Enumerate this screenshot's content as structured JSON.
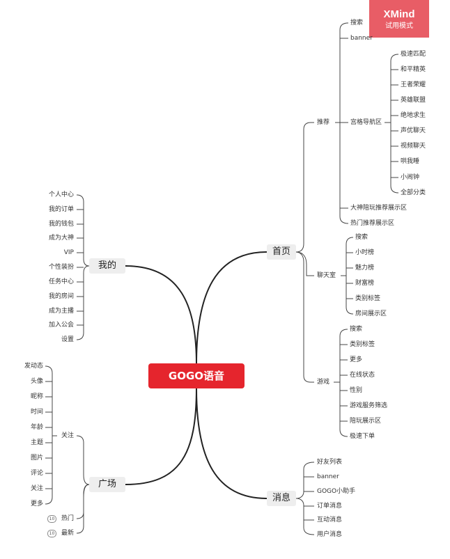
{
  "watermark": {
    "brand": "XMind",
    "subtitle": "试用模式"
  },
  "central": "GOGO语音",
  "branches": {
    "home": {
      "label": "首页",
      "recommend": {
        "label": "推荐",
        "items": [
          "搜索",
          "banner"
        ],
        "grid": {
          "label": "宫格导航区",
          "items": [
            "极速匹配",
            "和平精英",
            "王者荣耀",
            "英雄联盟",
            "绝地求生",
            "声优聊天",
            "视频聊天",
            "哄我睡",
            "小闹钟",
            "全部分类"
          ]
        },
        "tail": [
          "大神陪玩推荐展示区",
          "热门推荐展示区"
        ]
      },
      "chatroom": {
        "label": "聊天室",
        "items": [
          "搜索",
          "小时榜",
          "魅力榜",
          "财富榜",
          "类别标签",
          "房间展示区"
        ]
      },
      "game": {
        "label": "游戏",
        "items": [
          "搜索",
          "类别标签",
          "更多",
          "在线状态",
          "性别",
          "游戏服务筛选",
          "陪玩展示区",
          "极速下单"
        ]
      }
    },
    "message": {
      "label": "消息",
      "items": [
        "好友列表",
        "banner",
        "GOGO小助手",
        "订单消息",
        "互动消息",
        "用户消息"
      ]
    },
    "mine": {
      "label": "我的",
      "items": [
        "个人中心",
        "我的订单",
        "我的钱包",
        "成为大神",
        "VIP",
        "个性装扮",
        "任务中心",
        "我的房间",
        "成为主播",
        "加入公会",
        "设置"
      ]
    },
    "plaza": {
      "label": "广场",
      "follow": {
        "label": "关注",
        "items": [
          "发动态",
          "头像",
          "昵称",
          "时间",
          "年龄",
          "主题",
          "图片",
          "评论",
          "关注",
          "更多"
        ]
      },
      "hot": {
        "label": "热门",
        "badge": "10"
      },
      "latest": {
        "label": "最新",
        "badge": "10"
      }
    }
  }
}
